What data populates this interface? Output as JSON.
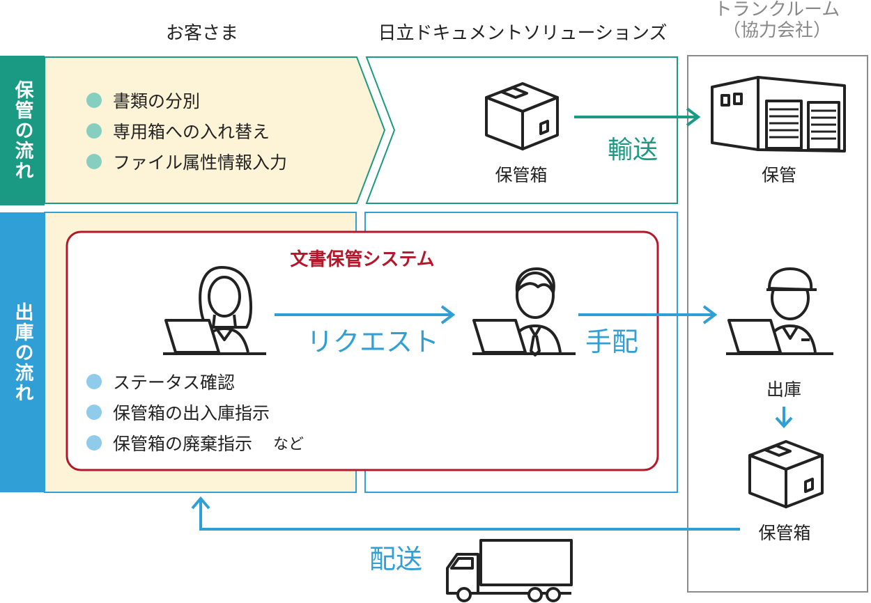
{
  "columns": {
    "customer": "お客さま",
    "hdsl": "日立ドキュメントソリューションズ",
    "trunk_line1": "トランクルーム",
    "trunk_line2": "（協力会社）"
  },
  "storage_flow": {
    "label": "保管の流れ",
    "items": [
      "書類の分別",
      "専用箱への入れ替え",
      "ファイル属性情報入力"
    ],
    "box_caption": "保管箱",
    "transport_label": "輸送",
    "warehouse_caption": "保管"
  },
  "retrieval_flow": {
    "label": "出庫の流れ",
    "system_title": "文書保管システム",
    "request_label": "リクエスト",
    "arrange_label": "手配",
    "items": [
      "ステータス確認",
      "保管箱の出入庫指示",
      "保管箱の廃棄指示"
    ],
    "items_suffix": "など",
    "shipout_caption": "出庫",
    "box_caption": "保管箱",
    "delivery_label": "配送"
  },
  "colors": {
    "teal": "#1a9a82",
    "blue": "#2f9fd6",
    "cream": "#fdf3d6",
    "red": "#b5172a",
    "gray": "#8a8a8a",
    "dot_teal": "#86cfc0",
    "dot_blue": "#8fcbea"
  }
}
